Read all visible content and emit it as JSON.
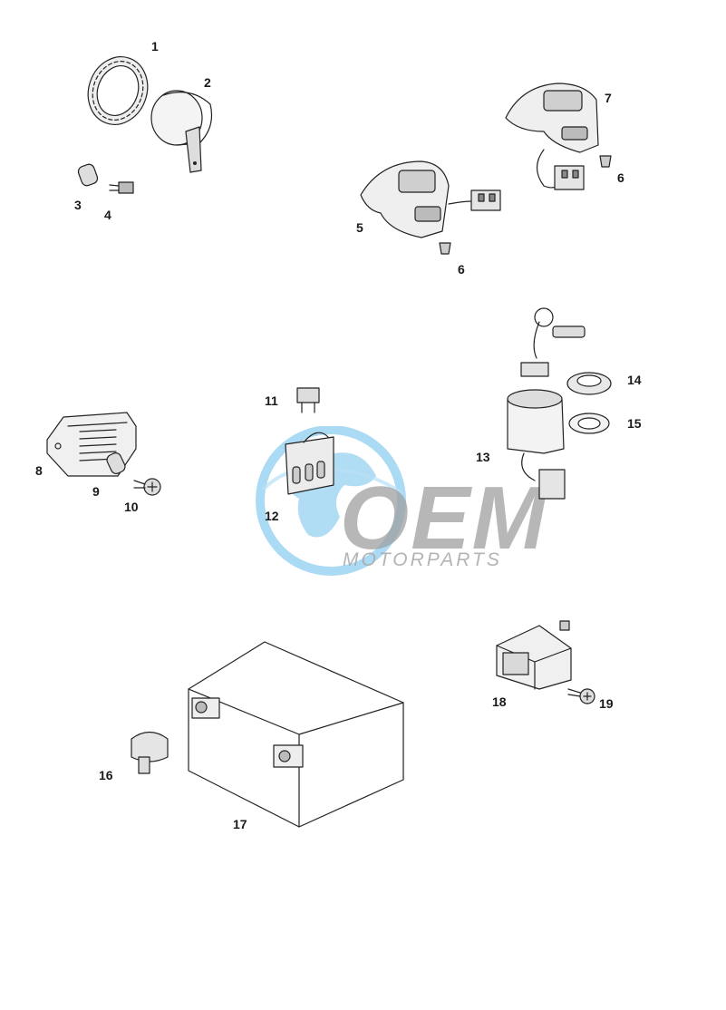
{
  "watermark": {
    "brand": "OEM",
    "tagline": "MOTORPARTS",
    "globe_color": "#7fc3ea",
    "text_color": "#9a9a9a"
  },
  "labels": {
    "p1": "1",
    "p2": "2",
    "p3": "3",
    "p4": "4",
    "p5": "5",
    "p6a": "6",
    "p6b": "6",
    "p7": "7",
    "p8": "8",
    "p9": "9",
    "p10": "10",
    "p11": "11",
    "p12": "12",
    "p13": "13",
    "p14": "14",
    "p15": "15",
    "p16": "16",
    "p17": "17",
    "p18": "18",
    "p19": "19"
  }
}
